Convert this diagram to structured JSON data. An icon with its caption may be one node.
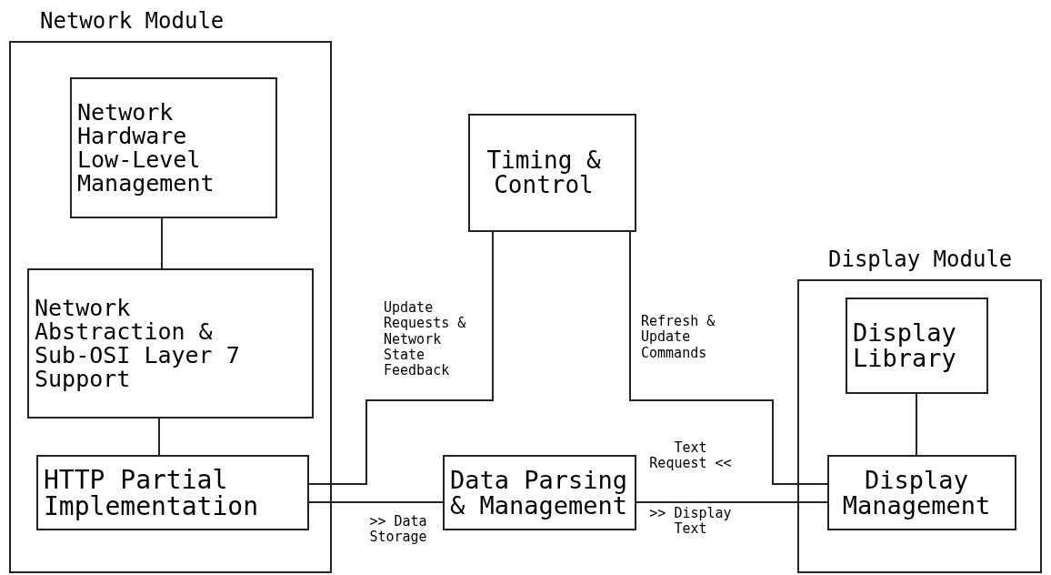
{
  "diagram": {
    "nodes": [
      {
        "text": [
          "Network Module"
        ]
      },
      {
        "text": [
          "Network Hardware Low-Level Management"
        ],
        "in": 0
      },
      {
        "text": [
          "Network Abstraction & Sub-OSI Layer 7 Support"
        ],
        "in": 0
      },
      {
        "text": [
          "HTTP Partial Implementation"
        ],
        "in": 0
      },
      {
        "text": [
          "Timing & Control"
        ]
      },
      {
        "text": [
          "Data Parsing & Management"
        ]
      },
      {
        "text": [
          "Display Module"
        ]
      },
      {
        "text": [
          "Display Library"
        ],
        "in": 6
      },
      {
        "text": [
          "Display Management"
        ],
        "in": 6
      }
    ],
    "edges": [
      {
        "from": 1,
        "to": 2,
        "arrow": "none"
      },
      {
        "from": 2,
        "to": 3,
        "arrow": "none"
      },
      {
        "from": 3,
        "to": 4,
        "arrow": "none",
        "label": "Update Requests & Network State Feedback"
      },
      {
        "from": 3,
        "to": 5,
        "arrow": "none",
        "label": ">> Data Storage"
      },
      {
        "from": 4,
        "to": 8,
        "arrow": "none",
        "label": "Refresh & Update Commands"
      },
      {
        "from": 5,
        "to": 8,
        "arrow": "none",
        "label": "Text Request <<"
      },
      {
        "from": 7,
        "to": 8,
        "arrow": "none"
      }
    ],
    "labels": [
      ">> Display Text"
    ]
  }
}
